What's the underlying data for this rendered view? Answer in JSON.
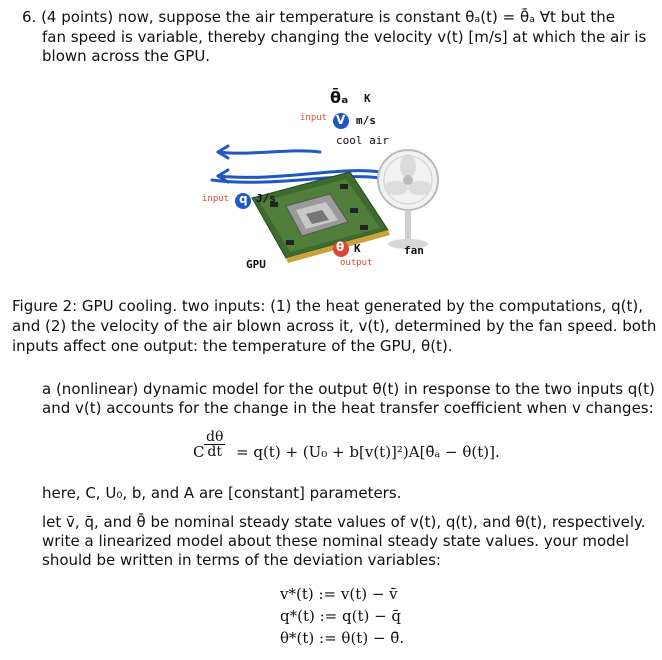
{
  "problem": {
    "line1": "6. (4 points) now, suppose the air temperature is constant θₐ(t) = θ̄ₐ ∀t but the",
    "line2": "fan speed is variable, thereby changing the velocity v(t) [m/s] at which the air is",
    "line3": "blown across the GPU."
  },
  "figure": {
    "label_theta_a": "θ̄ₐ",
    "label_K_top": "K",
    "label_input_top": "input",
    "label_v": "V",
    "label_ms": "m/s",
    "label_cool_air": "cool air",
    "label_input_left": "input",
    "label_q": "q",
    "label_Js": "J/s",
    "label_theta": "θ",
    "label_K_bottom": "K",
    "label_output": "output",
    "label_gpu": "GPU",
    "label_fan": "fan"
  },
  "caption": {
    "line1": "Figure 2: GPU cooling. two inputs: (1) the heat generated by the computations, q(t),",
    "line2": "and (2) the velocity of the air blown across it, v(t), determined by the fan speed. both",
    "line3": "inputs affect one output: the temperature of the GPU, θ(t)."
  },
  "model_intro": {
    "line1": "a (nonlinear) dynamic model for the output θ(t) in response to the two inputs q(t)",
    "line2": "and v(t) accounts for the change in the heat transfer coefficient when v changes:"
  },
  "equation": {
    "coef": "C",
    "numerator": "dθ",
    "denominator": "dt",
    "rhs": "= q(t) + (U₀ + b[v(t)]²)A[θ̄ₐ − θ(t)]."
  },
  "params_text": "here, C, U₀, b, and A are [constant] parameters.",
  "task": {
    "line1": "let v̄, q̄, and θ̄ be nominal steady state values of v(t), q(t), and θ(t), respectively.",
    "line2": "write a linearized model about these nominal steady state values. your model",
    "line3": "should be written in terms of the deviation variables:"
  },
  "deviations": [
    "v*(t) := v(t) − v̄",
    "q*(t) := q(t) − q̄",
    "θ*(t) := θ(t) − θ̄."
  ]
}
